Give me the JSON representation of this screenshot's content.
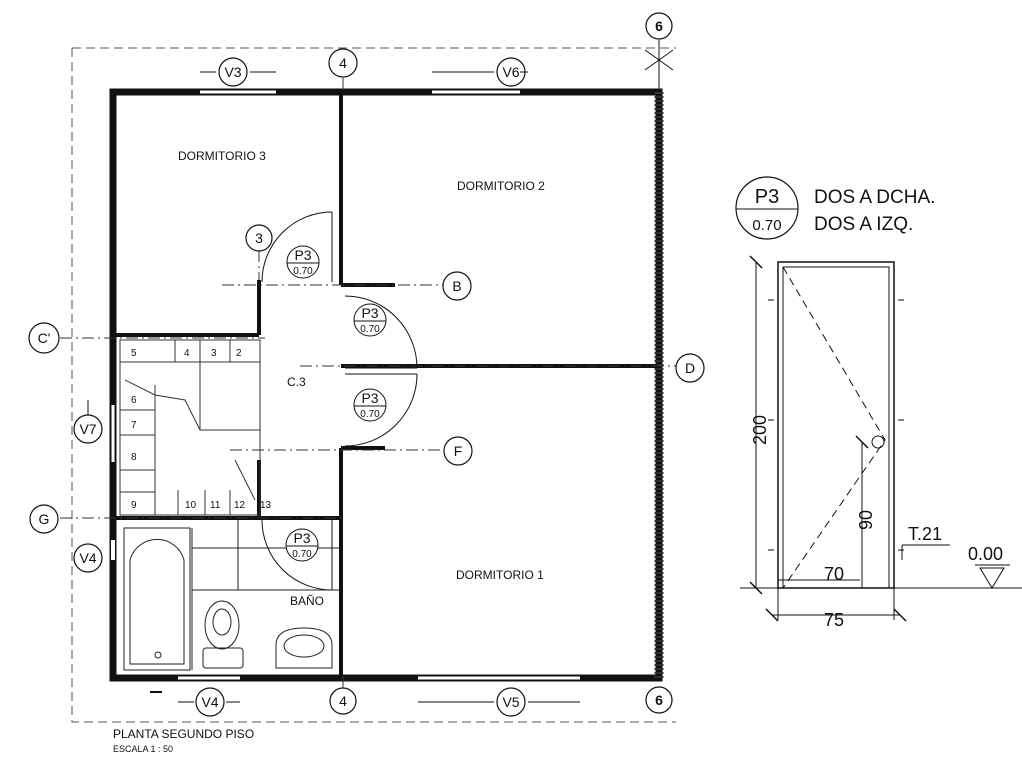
{
  "plan": {
    "title": "PLANTA SEGUNDO PISO",
    "scale": "ESCALA 1 : 50",
    "rooms": {
      "dorm3": "DORMITORIO 3",
      "dorm2": "DORMITORIO 2",
      "dorm1": "DORMITORIO 1",
      "corridor": "C.3",
      "bath": "BAÑO"
    },
    "axes": {
      "top_left": "V3",
      "top_mid": "4",
      "top_right": "V6",
      "corner_top": "6",
      "interior": "3",
      "b": "B",
      "d": "D",
      "f": "F",
      "c_prime": "C'",
      "g": "G",
      "v7": "V7",
      "v4_side": "V4",
      "bottom_left": "V4",
      "bottom_mid": "4",
      "bottom_right": "V5",
      "corner_bottom": "6"
    },
    "door_tag": {
      "code": "P3",
      "width": "0.70"
    },
    "stairs": [
      "5",
      "4",
      "3",
      "2",
      "6",
      "7",
      "8",
      "9",
      "10",
      "11",
      "12",
      "13"
    ]
  },
  "door_detail": {
    "code": "P3",
    "width": "0.70",
    "swing_right": "DOS A DCHA.",
    "swing_left": "DOS A IZQ.",
    "height": "200",
    "handle_height": "90",
    "leaf_width": "70",
    "frame_width": "75",
    "threshold": "T.21",
    "level": "0.00"
  }
}
